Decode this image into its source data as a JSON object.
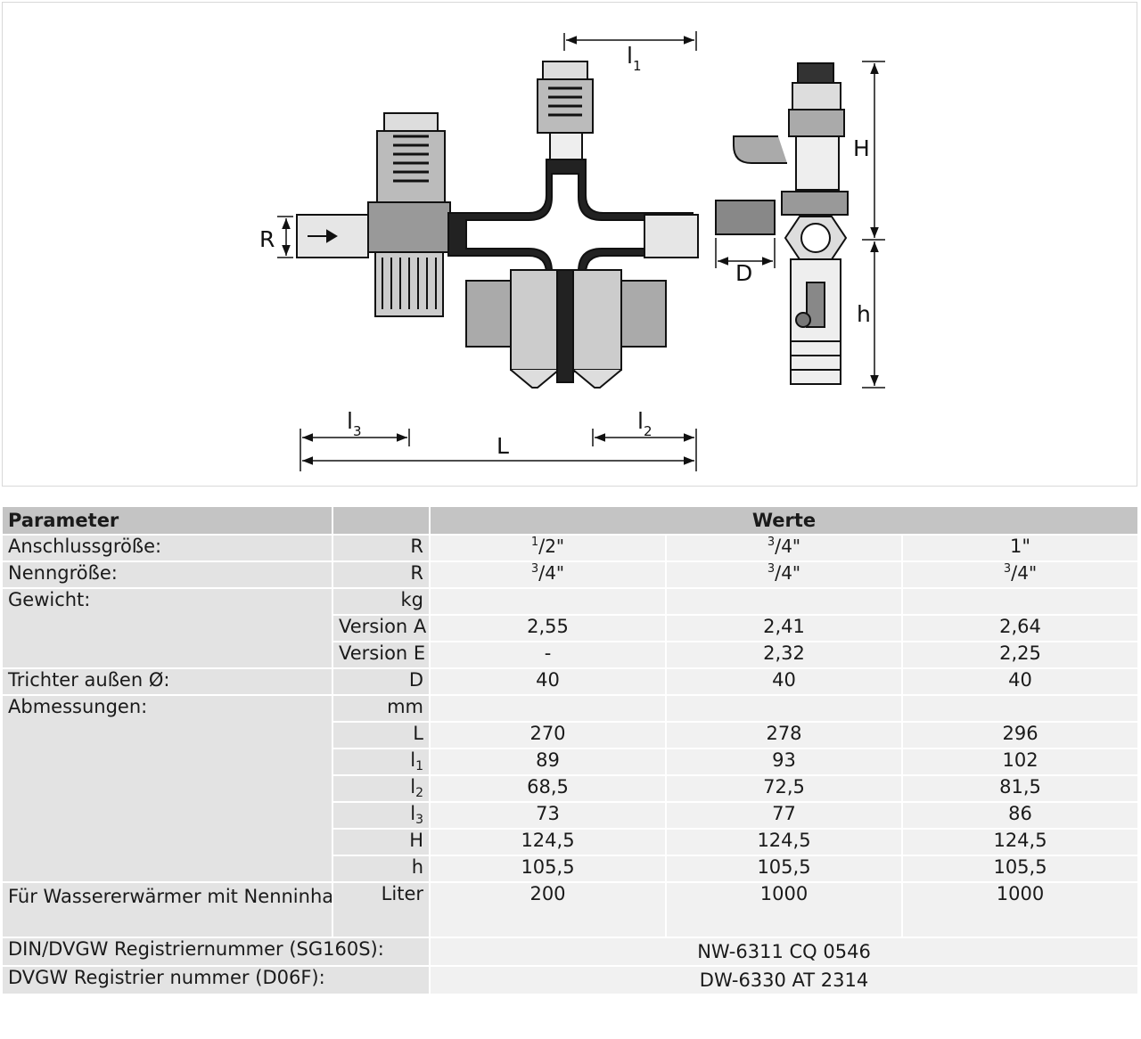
{
  "drawing": {
    "labels": {
      "R": "R",
      "l1": "l",
      "l1_sub": "1",
      "l2": "l",
      "l2_sub": "2",
      "l3": "l",
      "l3_sub": "3",
      "L": "L",
      "H": "H",
      "h": "h",
      "D": "D"
    },
    "icons": [
      "pressure-reducing-valve-icon",
      "system-separator-icon",
      "side-view-valve-icon"
    ]
  },
  "table": {
    "header": {
      "parameter": "Parameter",
      "werte": "Werte"
    },
    "rows": {
      "anschluss": {
        "label": "Anschlussgröße:",
        "unit": "R",
        "v1_num": "1",
        "v1_den": "2\"",
        "v2_num": "3",
        "v2_den": "4\"",
        "v3": "1\""
      },
      "nenn": {
        "label": "Nenngröße:",
        "unit": "R",
        "v1_num": "3",
        "v1_den": "4\"",
        "v2_num": "3",
        "v2_den": "4\"",
        "v3_num": "3",
        "v3_den": "4\""
      },
      "gewicht": {
        "label": "Gewicht:",
        "unit": "kg"
      },
      "version_a": {
        "unit": "Version A",
        "v1": "2,55",
        "v2": "2,41",
        "v3": "2,64"
      },
      "version_e": {
        "unit": "Version E",
        "v1": "-",
        "v2": "2,32",
        "v3": "2,25"
      },
      "trichter": {
        "label": "Trichter außen Ø:",
        "unit": "D",
        "v1": "40",
        "v2": "40",
        "v3": "40"
      },
      "abmessungen": {
        "label": "Abmessungen:",
        "unit": "mm"
      },
      "L": {
        "unit": "L",
        "v1": "270",
        "v2": "278",
        "v3": "296"
      },
      "l1": {
        "unit": "l",
        "unit_sub": "1",
        "v1": "89",
        "v2": "93",
        "v3": "102"
      },
      "l2": {
        "unit": "l",
        "unit_sub": "2",
        "v1": "68,5",
        "v2": "72,5",
        "v3": "81,5"
      },
      "l3": {
        "unit": "l",
        "unit_sub": "3",
        "v1": "73",
        "v2": "77",
        "v3": "86"
      },
      "H": {
        "unit": "H",
        "v1": "124,5",
        "v2": "124,5",
        "v3": "124,5"
      },
      "h": {
        "unit": "h",
        "v1": "105,5",
        "v2": "105,5",
        "v3": "105,5"
      },
      "wasser": {
        "label": "Für Wassererwärmer mit Nenninhalt:",
        "unit": "Liter",
        "v1": "200",
        "v2": "1000",
        "v3": "1000"
      },
      "din": {
        "label": "DIN/DVGW Registriernummer (SG160S):",
        "value": "NW-6311 CQ 0546"
      },
      "dvgw": {
        "label": "DVGW Registrier nummer (D06F):",
        "value": "DW-6330 AT 2314"
      }
    }
  }
}
